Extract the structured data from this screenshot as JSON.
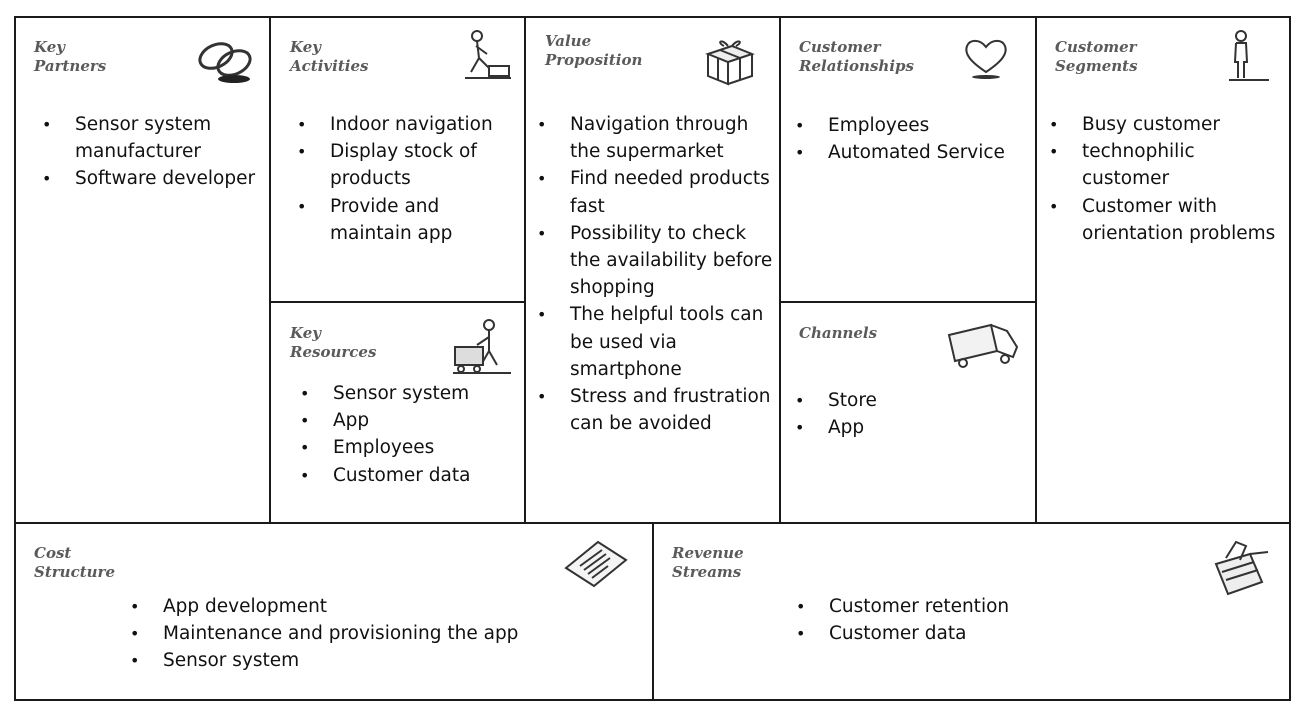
{
  "key_partners": {
    "title_lines": [
      "Key",
      "Partners"
    ],
    "icon": "chain-links-icon",
    "items": [
      "Sensor system manufacturer",
      "Software developer"
    ]
  },
  "key_activities": {
    "title_lines": [
      "Key",
      "Activities"
    ],
    "icon": "worker-icon",
    "items": [
      "Indoor navigation",
      "Display stock of products",
      "Provide and maintain app"
    ]
  },
  "key_resources": {
    "title_lines": [
      "Key",
      "Resources"
    ],
    "icon": "worker-with-cart-icon",
    "items": [
      "Sensor system",
      "App",
      "Employees",
      "Customer data"
    ]
  },
  "value_proposition": {
    "title_lines": [
      "Value",
      "Proposition"
    ],
    "icon": "gift-box-icon",
    "items": [
      "Navigation through the supermarket",
      "Find needed products fast",
      "Possibility to check the availability before shopping",
      "The helpful tools can be used via smartphone",
      "Stress and frustration can be avoided"
    ]
  },
  "customer_relationships": {
    "title_lines": [
      "Customer",
      "Relationships"
    ],
    "icon": "heart-icon",
    "items": [
      "Employees",
      "Automated Service"
    ]
  },
  "channels": {
    "title_lines": [
      "Channels"
    ],
    "icon": "truck-icon",
    "items": [
      "Store",
      "App"
    ]
  },
  "customer_segments": {
    "title_lines": [
      "Customer",
      "Segments"
    ],
    "icon": "person-icon",
    "items": [
      "Busy customer",
      "technophilic customer",
      "Customer with orientation problems"
    ]
  },
  "cost_structure": {
    "title_lines": [
      "Cost",
      "Structure"
    ],
    "icon": "invoice-icon",
    "items": [
      "App development",
      "Maintenance and provisioning the app",
      "Sensor system"
    ]
  },
  "revenue_streams": {
    "title_lines": [
      "Revenue",
      "Streams"
    ],
    "icon": "cash-register-icon",
    "items": [
      "Customer retention",
      "Customer data"
    ]
  }
}
